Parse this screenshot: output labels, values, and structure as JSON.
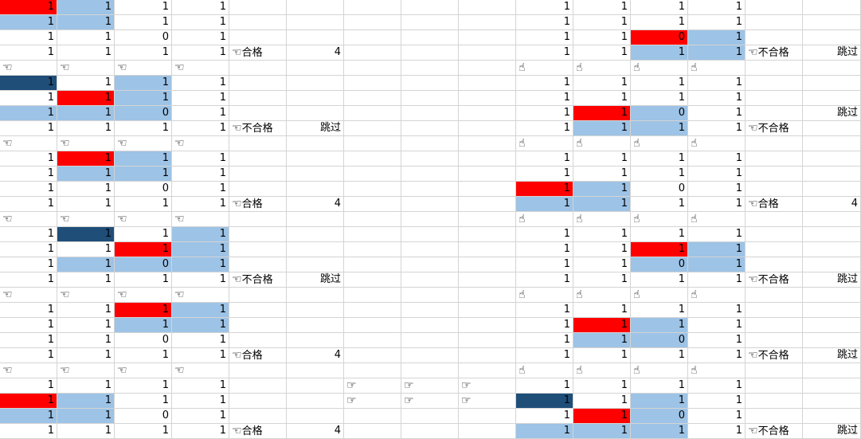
{
  "icons": {
    "hand-point-up": "☝",
    "hand-point-left": "☜",
    "hand-point-right": "☞"
  },
  "colors": {
    "red": "#ff0000",
    "light_blue": "#9dc3e6",
    "navy": "#1f4e79",
    "grid_line": "#d4d4d4"
  },
  "labels": {
    "pass": "合格",
    "fail": "不合格",
    "skip": "跳过"
  },
  "rows": [
    {
      "r": 0,
      "cells": [
        {
          "c": 0,
          "v": "1",
          "f": "red"
        },
        {
          "c": 1,
          "v": "1",
          "f": "blue"
        },
        {
          "c": 2,
          "v": "1"
        },
        {
          "c": 3,
          "v": "1"
        },
        {
          "c": 9,
          "v": "1"
        },
        {
          "c": 10,
          "v": "1"
        },
        {
          "c": 11,
          "v": "1"
        },
        {
          "c": 12,
          "v": "1"
        }
      ]
    },
    {
      "r": 1,
      "cells": [
        {
          "c": 0,
          "v": "1",
          "f": "blue"
        },
        {
          "c": 1,
          "v": "1",
          "f": "blue"
        },
        {
          "c": 2,
          "v": "1"
        },
        {
          "c": 3,
          "v": "1"
        },
        {
          "c": 9,
          "v": "1"
        },
        {
          "c": 10,
          "v": "1"
        },
        {
          "c": 11,
          "v": "1"
        },
        {
          "c": 12,
          "v": "1"
        }
      ]
    },
    {
      "r": 2,
      "cells": [
        {
          "c": 0,
          "v": "1"
        },
        {
          "c": 1,
          "v": "1"
        },
        {
          "c": 2,
          "v": "0"
        },
        {
          "c": 3,
          "v": "1"
        },
        {
          "c": 9,
          "v": "1"
        },
        {
          "c": 10,
          "v": "1"
        },
        {
          "c": 11,
          "v": "0",
          "f": "red"
        },
        {
          "c": 12,
          "v": "1",
          "f": "blue"
        }
      ]
    },
    {
      "r": 3,
      "cells": [
        {
          "c": 0,
          "v": "1"
        },
        {
          "c": 1,
          "v": "1"
        },
        {
          "c": 2,
          "v": "1"
        },
        {
          "c": 3,
          "v": "1"
        },
        {
          "c": 4,
          "t": "pass"
        },
        {
          "c": 5,
          "v": "4"
        },
        {
          "c": 9,
          "v": "1"
        },
        {
          "c": 10,
          "v": "1"
        },
        {
          "c": 11,
          "v": "1",
          "f": "blue"
        },
        {
          "c": 12,
          "v": "1",
          "f": "blue"
        },
        {
          "c": 13,
          "t": "fail"
        },
        {
          "c": 14,
          "s": "skip"
        }
      ]
    },
    {
      "r": 4,
      "hands": [
        0,
        1,
        2,
        3
      ],
      "hands2": [
        9,
        10,
        11,
        12
      ]
    },
    {
      "r": 5,
      "cells": [
        {
          "c": 0,
          "v": "1",
          "f": "navy"
        },
        {
          "c": 1,
          "v": "1"
        },
        {
          "c": 2,
          "v": "1",
          "f": "blue"
        },
        {
          "c": 3,
          "v": "1"
        },
        {
          "c": 9,
          "v": "1"
        },
        {
          "c": 10,
          "v": "1"
        },
        {
          "c": 11,
          "v": "1"
        },
        {
          "c": 12,
          "v": "1"
        }
      ]
    },
    {
      "r": 6,
      "cells": [
        {
          "c": 0,
          "v": "1"
        },
        {
          "c": 1,
          "v": "1",
          "f": "red"
        },
        {
          "c": 2,
          "v": "1",
          "f": "blue"
        },
        {
          "c": 3,
          "v": "1"
        },
        {
          "c": 9,
          "v": "1"
        },
        {
          "c": 10,
          "v": "1"
        },
        {
          "c": 11,
          "v": "1"
        },
        {
          "c": 12,
          "v": "1"
        }
      ]
    },
    {
      "r": 7,
      "cells": [
        {
          "c": 0,
          "v": "1",
          "f": "blue"
        },
        {
          "c": 1,
          "v": "1",
          "f": "blue"
        },
        {
          "c": 2,
          "v": "0",
          "f": "blue"
        },
        {
          "c": 3,
          "v": "1"
        },
        {
          "c": 9,
          "v": "1"
        },
        {
          "c": 10,
          "v": "1",
          "f": "red"
        },
        {
          "c": 11,
          "v": "0",
          "f": "blue"
        },
        {
          "c": 12,
          "v": "1"
        },
        {
          "c": 14,
          "s": "skip"
        }
      ]
    },
    {
      "r": 8,
      "cells": [
        {
          "c": 0,
          "v": "1"
        },
        {
          "c": 1,
          "v": "1"
        },
        {
          "c": 2,
          "v": "1"
        },
        {
          "c": 3,
          "v": "1"
        },
        {
          "c": 4,
          "t": "fail"
        },
        {
          "c": 5,
          "s": "skip"
        },
        {
          "c": 9,
          "v": "1"
        },
        {
          "c": 10,
          "v": "1",
          "f": "blue"
        },
        {
          "c": 11,
          "v": "1",
          "f": "blue"
        },
        {
          "c": 12,
          "v": "1"
        },
        {
          "c": 13,
          "t": "fail"
        }
      ]
    },
    {
      "r": 9,
      "hands": [
        0,
        1,
        2,
        3
      ],
      "hands2": [
        9,
        10,
        11,
        12
      ]
    },
    {
      "r": 10,
      "cells": [
        {
          "c": 0,
          "v": "1"
        },
        {
          "c": 1,
          "v": "1",
          "f": "red"
        },
        {
          "c": 2,
          "v": "1",
          "f": "blue"
        },
        {
          "c": 3,
          "v": "1"
        },
        {
          "c": 9,
          "v": "1"
        },
        {
          "c": 10,
          "v": "1"
        },
        {
          "c": 11,
          "v": "1"
        },
        {
          "c": 12,
          "v": "1"
        }
      ]
    },
    {
      "r": 11,
      "cells": [
        {
          "c": 0,
          "v": "1"
        },
        {
          "c": 1,
          "v": "1",
          "f": "blue"
        },
        {
          "c": 2,
          "v": "1",
          "f": "blue"
        },
        {
          "c": 3,
          "v": "1"
        },
        {
          "c": 9,
          "v": "1"
        },
        {
          "c": 10,
          "v": "1"
        },
        {
          "c": 11,
          "v": "1"
        },
        {
          "c": 12,
          "v": "1"
        }
      ]
    },
    {
      "r": 12,
      "cells": [
        {
          "c": 0,
          "v": "1"
        },
        {
          "c": 1,
          "v": "1"
        },
        {
          "c": 2,
          "v": "0"
        },
        {
          "c": 3,
          "v": "1"
        },
        {
          "c": 9,
          "v": "1",
          "f": "red"
        },
        {
          "c": 10,
          "v": "1",
          "f": "blue"
        },
        {
          "c": 11,
          "v": "0"
        },
        {
          "c": 12,
          "v": "1"
        }
      ]
    },
    {
      "r": 13,
      "cells": [
        {
          "c": 0,
          "v": "1"
        },
        {
          "c": 1,
          "v": "1"
        },
        {
          "c": 2,
          "v": "1"
        },
        {
          "c": 3,
          "v": "1"
        },
        {
          "c": 4,
          "t": "pass"
        },
        {
          "c": 5,
          "v": "4"
        },
        {
          "c": 9,
          "v": "1",
          "f": "blue"
        },
        {
          "c": 10,
          "v": "1",
          "f": "blue"
        },
        {
          "c": 11,
          "v": "1"
        },
        {
          "c": 12,
          "v": "1"
        },
        {
          "c": 13,
          "t": "pass"
        },
        {
          "c": 14,
          "v": "4"
        }
      ]
    },
    {
      "r": 14,
      "hands": [
        0,
        1,
        2,
        3
      ],
      "hands2": [
        9,
        10,
        11,
        12
      ]
    },
    {
      "r": 15,
      "cells": [
        {
          "c": 0,
          "v": "1"
        },
        {
          "c": 1,
          "v": "1",
          "f": "navy"
        },
        {
          "c": 2,
          "v": "1"
        },
        {
          "c": 3,
          "v": "1",
          "f": "blue"
        },
        {
          "c": 9,
          "v": "1"
        },
        {
          "c": 10,
          "v": "1"
        },
        {
          "c": 11,
          "v": "1"
        },
        {
          "c": 12,
          "v": "1"
        }
      ]
    },
    {
      "r": 16,
      "cells": [
        {
          "c": 0,
          "v": "1"
        },
        {
          "c": 1,
          "v": "1"
        },
        {
          "c": 2,
          "v": "1",
          "f": "red"
        },
        {
          "c": 3,
          "v": "1",
          "f": "blue"
        },
        {
          "c": 9,
          "v": "1"
        },
        {
          "c": 10,
          "v": "1"
        },
        {
          "c": 11,
          "v": "1",
          "f": "red"
        },
        {
          "c": 12,
          "v": "1",
          "f": "blue"
        }
      ]
    },
    {
      "r": 17,
      "cells": [
        {
          "c": 0,
          "v": "1"
        },
        {
          "c": 1,
          "v": "1",
          "f": "blue"
        },
        {
          "c": 2,
          "v": "0",
          "f": "blue"
        },
        {
          "c": 3,
          "v": "1",
          "f": "blue"
        },
        {
          "c": 9,
          "v": "1"
        },
        {
          "c": 10,
          "v": "1"
        },
        {
          "c": 11,
          "v": "0",
          "f": "blue"
        },
        {
          "c": 12,
          "v": "1",
          "f": "blue"
        }
      ]
    },
    {
      "r": 18,
      "cells": [
        {
          "c": 0,
          "v": "1"
        },
        {
          "c": 1,
          "v": "1"
        },
        {
          "c": 2,
          "v": "1"
        },
        {
          "c": 3,
          "v": "1"
        },
        {
          "c": 4,
          "t": "fail"
        },
        {
          "c": 5,
          "s": "skip"
        },
        {
          "c": 9,
          "v": "1"
        },
        {
          "c": 10,
          "v": "1"
        },
        {
          "c": 11,
          "v": "1"
        },
        {
          "c": 12,
          "v": "1"
        },
        {
          "c": 13,
          "t": "fail"
        },
        {
          "c": 14,
          "s": "skip"
        }
      ]
    },
    {
      "r": 19,
      "hands": [
        0,
        1,
        2,
        3
      ],
      "hands2": [
        9,
        10,
        11,
        12
      ]
    },
    {
      "r": 20,
      "cells": [
        {
          "c": 0,
          "v": "1"
        },
        {
          "c": 1,
          "v": "1"
        },
        {
          "c": 2,
          "v": "1",
          "f": "red"
        },
        {
          "c": 3,
          "v": "1",
          "f": "blue"
        },
        {
          "c": 9,
          "v": "1"
        },
        {
          "c": 10,
          "v": "1"
        },
        {
          "c": 11,
          "v": "1"
        },
        {
          "c": 12,
          "v": "1"
        }
      ]
    },
    {
      "r": 21,
      "cells": [
        {
          "c": 0,
          "v": "1"
        },
        {
          "c": 1,
          "v": "1"
        },
        {
          "c": 2,
          "v": "1",
          "f": "blue"
        },
        {
          "c": 3,
          "v": "1",
          "f": "blue"
        },
        {
          "c": 9,
          "v": "1"
        },
        {
          "c": 10,
          "v": "1",
          "f": "red"
        },
        {
          "c": 11,
          "v": "1",
          "f": "blue"
        },
        {
          "c": 12,
          "v": "1"
        }
      ]
    },
    {
      "r": 22,
      "cells": [
        {
          "c": 0,
          "v": "1"
        },
        {
          "c": 1,
          "v": "1"
        },
        {
          "c": 2,
          "v": "0"
        },
        {
          "c": 3,
          "v": "1"
        },
        {
          "c": 9,
          "v": "1"
        },
        {
          "c": 10,
          "v": "1",
          "f": "blue"
        },
        {
          "c": 11,
          "v": "0",
          "f": "blue"
        },
        {
          "c": 12,
          "v": "1"
        }
      ]
    },
    {
      "r": 23,
      "cells": [
        {
          "c": 0,
          "v": "1"
        },
        {
          "c": 1,
          "v": "1"
        },
        {
          "c": 2,
          "v": "1"
        },
        {
          "c": 3,
          "v": "1"
        },
        {
          "c": 4,
          "t": "pass"
        },
        {
          "c": 5,
          "v": "4"
        },
        {
          "c": 9,
          "v": "1"
        },
        {
          "c": 10,
          "v": "1"
        },
        {
          "c": 11,
          "v": "1"
        },
        {
          "c": 12,
          "v": "1"
        },
        {
          "c": 13,
          "t": "fail"
        },
        {
          "c": 14,
          "s": "skip"
        }
      ]
    },
    {
      "r": 24,
      "hands": [
        0,
        1,
        2,
        3
      ],
      "hands2": [
        9,
        10,
        11,
        12
      ]
    },
    {
      "r": 25,
      "cells": [
        {
          "c": 0,
          "v": "1"
        },
        {
          "c": 1,
          "v": "1"
        },
        {
          "c": 2,
          "v": "1"
        },
        {
          "c": 3,
          "v": "1"
        },
        {
          "c": 9,
          "v": "1"
        },
        {
          "c": 10,
          "v": "1"
        },
        {
          "c": 11,
          "v": "1"
        },
        {
          "c": 12,
          "v": "1"
        }
      ],
      "rhands": [
        6,
        7,
        8
      ]
    },
    {
      "r": 26,
      "cells": [
        {
          "c": 0,
          "v": "1",
          "f": "red"
        },
        {
          "c": 1,
          "v": "1",
          "f": "blue"
        },
        {
          "c": 2,
          "v": "1"
        },
        {
          "c": 3,
          "v": "1"
        },
        {
          "c": 9,
          "v": "1",
          "f": "navy"
        },
        {
          "c": 10,
          "v": "1"
        },
        {
          "c": 11,
          "v": "1",
          "f": "blue"
        },
        {
          "c": 12,
          "v": "1"
        }
      ],
      "rhands": [
        6,
        7,
        8
      ]
    },
    {
      "r": 27,
      "cells": [
        {
          "c": 0,
          "v": "1",
          "f": "blue"
        },
        {
          "c": 1,
          "v": "1",
          "f": "blue"
        },
        {
          "c": 2,
          "v": "0"
        },
        {
          "c": 3,
          "v": "1"
        },
        {
          "c": 9,
          "v": "1"
        },
        {
          "c": 10,
          "v": "1",
          "f": "red"
        },
        {
          "c": 11,
          "v": "0",
          "f": "blue"
        },
        {
          "c": 12,
          "v": "1"
        }
      ]
    },
    {
      "r": 28,
      "cells": [
        {
          "c": 0,
          "v": "1"
        },
        {
          "c": 1,
          "v": "1"
        },
        {
          "c": 2,
          "v": "1"
        },
        {
          "c": 3,
          "v": "1"
        },
        {
          "c": 4,
          "t": "pass"
        },
        {
          "c": 5,
          "v": "4"
        },
        {
          "c": 9,
          "v": "1",
          "f": "blue"
        },
        {
          "c": 10,
          "v": "1",
          "f": "blue"
        },
        {
          "c": 11,
          "v": "1",
          "f": "blue"
        },
        {
          "c": 12,
          "v": "1"
        },
        {
          "c": 13,
          "t": "fail"
        },
        {
          "c": 14,
          "s": "skip"
        }
      ]
    }
  ]
}
